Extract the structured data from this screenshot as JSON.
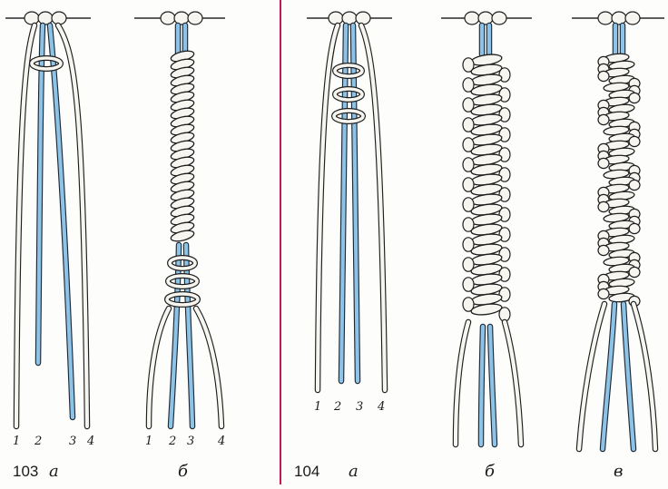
{
  "figure_103": {
    "number": "103",
    "panel_a": {
      "letter": "а",
      "cord_numbers": [
        "1",
        "2",
        "3",
        "4"
      ]
    },
    "panel_b": {
      "letter": "б",
      "cord_numbers": [
        "1",
        "2",
        "3",
        "4"
      ]
    }
  },
  "figure_104": {
    "number": "104",
    "panel_a": {
      "letter": "а",
      "cord_numbers": [
        "1",
        "2",
        "3",
        "4"
      ]
    },
    "panel_b": {
      "letter": "б"
    },
    "panel_c": {
      "letter": "в"
    }
  },
  "colors": {
    "core_cord": "#8ec3e8",
    "working_cord": "#f7f5ef",
    "outline": "#1f1f1f",
    "divider": "#c2185b"
  }
}
